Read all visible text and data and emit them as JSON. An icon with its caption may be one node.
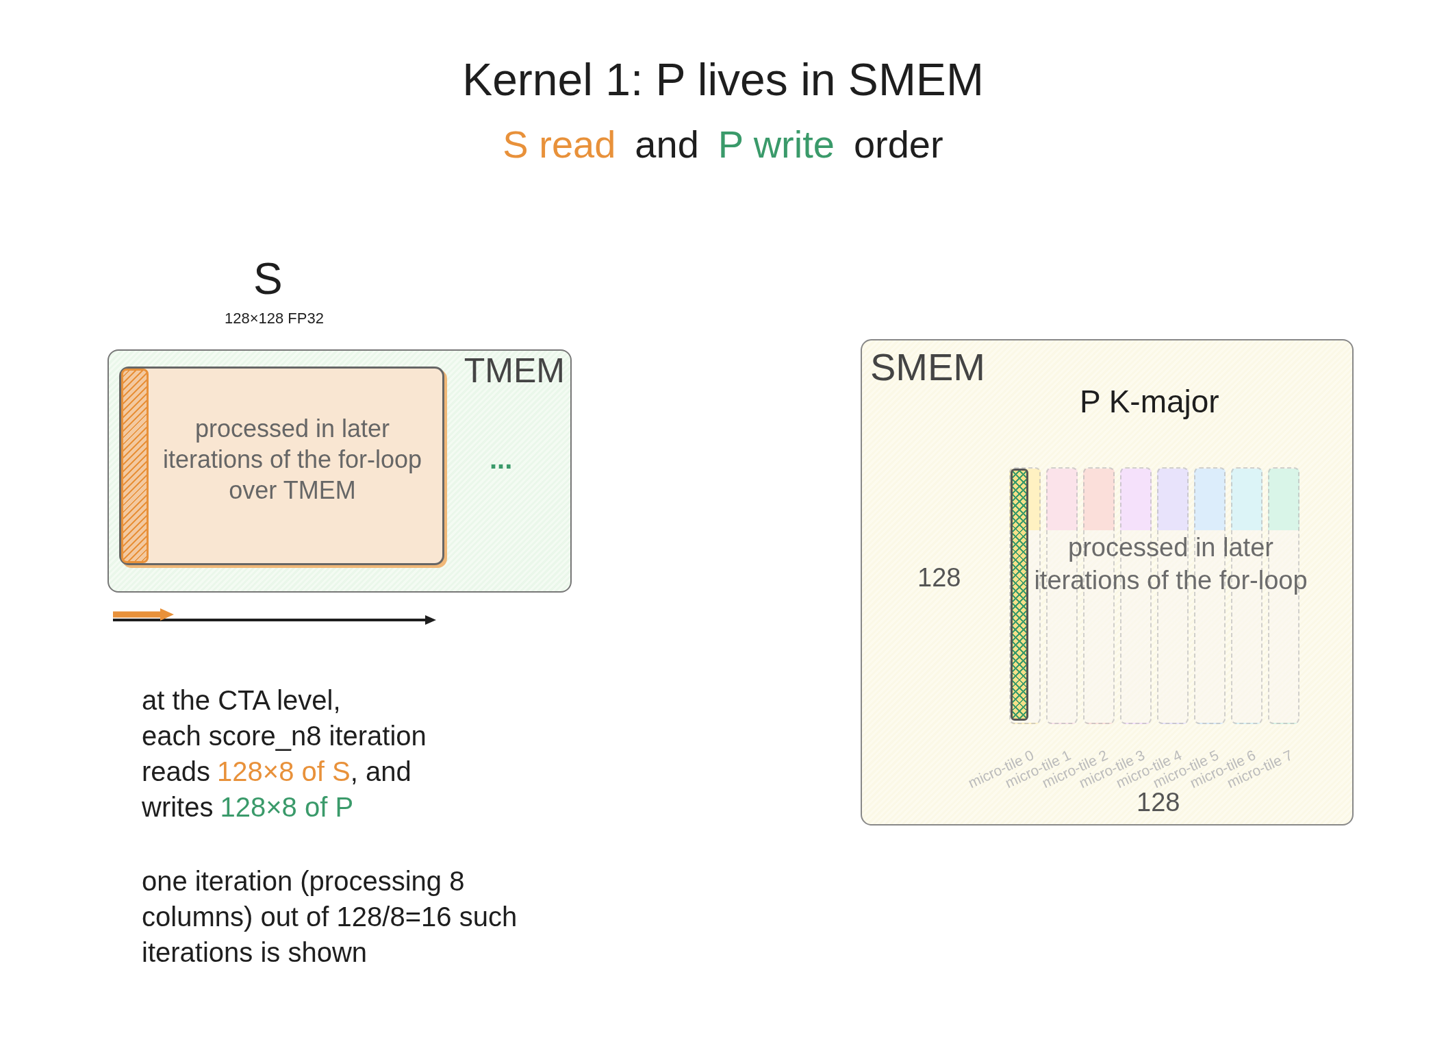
{
  "diagram": {
    "title": "Kernel 1: P lives in SMEM",
    "nodes": [
      {
        "text": [
          "TMEM"
        ]
      },
      {
        "text": [
          "processed in later iterations of the for-loop over TMEM"
        ],
        "in": 0
      },
      {
        "text": [],
        "shape": "bar",
        "in": 1
      },
      {
        "text": [
          "SMEM",
          "P K-major"
        ]
      },
      {
        "text": [],
        "shape": "bar",
        "in": 3,
        "beside": [
          "micro-tile 0"
        ]
      },
      {
        "text": [],
        "shape": "bar",
        "in": 3,
        "beside": [
          "micro-tile 1"
        ]
      },
      {
        "text": [],
        "shape": "bar",
        "in": 3,
        "beside": [
          "micro-tile 2"
        ]
      },
      {
        "text": [],
        "shape": "bar",
        "in": 3,
        "beside": [
          "micro-tile 3"
        ]
      },
      {
        "text": [],
        "shape": "bar",
        "in": 3,
        "beside": [
          "micro-tile 4"
        ]
      },
      {
        "text": [],
        "shape": "bar",
        "in": 3,
        "beside": [
          "micro-tile 5"
        ]
      },
      {
        "text": [],
        "shape": "bar",
        "in": 3,
        "beside": [
          "micro-tile 6"
        ]
      },
      {
        "text": [],
        "shape": "bar",
        "in": 3,
        "beside": [
          "micro-tile 7"
        ]
      },
      {
        "text": [],
        "shape": "bar",
        "in": 4
      }
    ],
    "edges": [],
    "labels": [
      "S read",
      "and",
      "P write",
      "order",
      "S",
      "128×128 FP32",
      "...",
      "at the CTA level,",
      "each score_n8 iteration",
      "reads",
      "128×8 of S",
      ", and",
      "writes",
      "128×8 of P",
      "one iteration (processing 8 columns) out of 128/8=16 such iterations is shown",
      "128",
      "processed in later iterations of the for-loop",
      "128"
    ]
  }
}
